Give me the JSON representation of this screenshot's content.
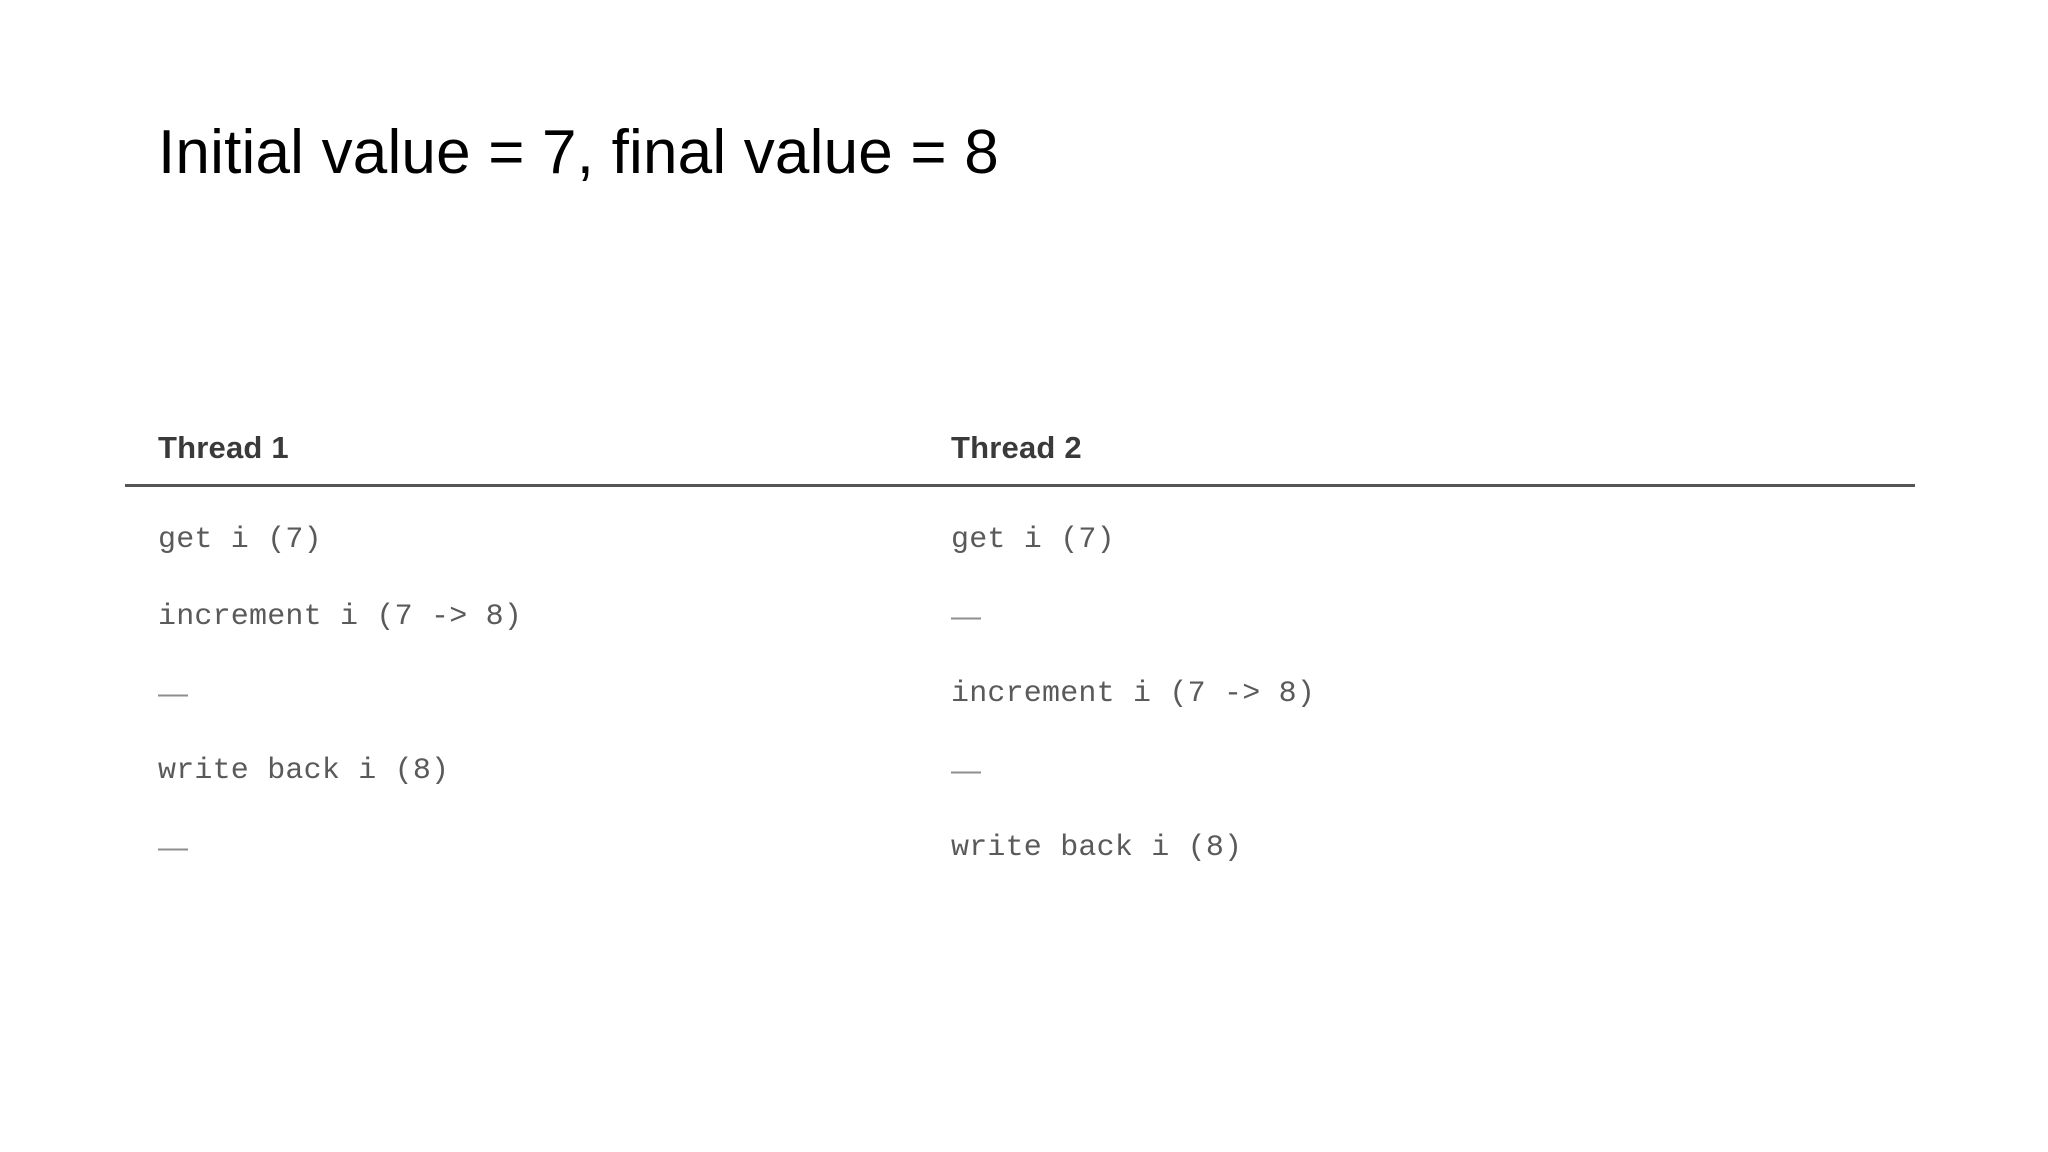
{
  "slide": {
    "title": "Initial value = 7, final value = 8",
    "background_color": "#ffffff",
    "title_color": "#000000"
  },
  "table": {
    "rule_color": "#555555",
    "header_color": "#3a3a3a",
    "body_color": "#5a5a5a",
    "dash_color": "#8e8e8e",
    "columns": [
      {
        "header": "Thread 1"
      },
      {
        "header": "Thread 2"
      }
    ],
    "rows": [
      {
        "thread1": "get i (7)",
        "thread2": "get i (7)"
      },
      {
        "thread1": "increment i (7 -> 8)",
        "thread2": "—"
      },
      {
        "thread1": "—",
        "thread2": "increment i (7 -> 8)"
      },
      {
        "thread1": "write back i (8)",
        "thread2": "—"
      },
      {
        "thread1": "—",
        "thread2": "write back i (8)"
      }
    ]
  }
}
